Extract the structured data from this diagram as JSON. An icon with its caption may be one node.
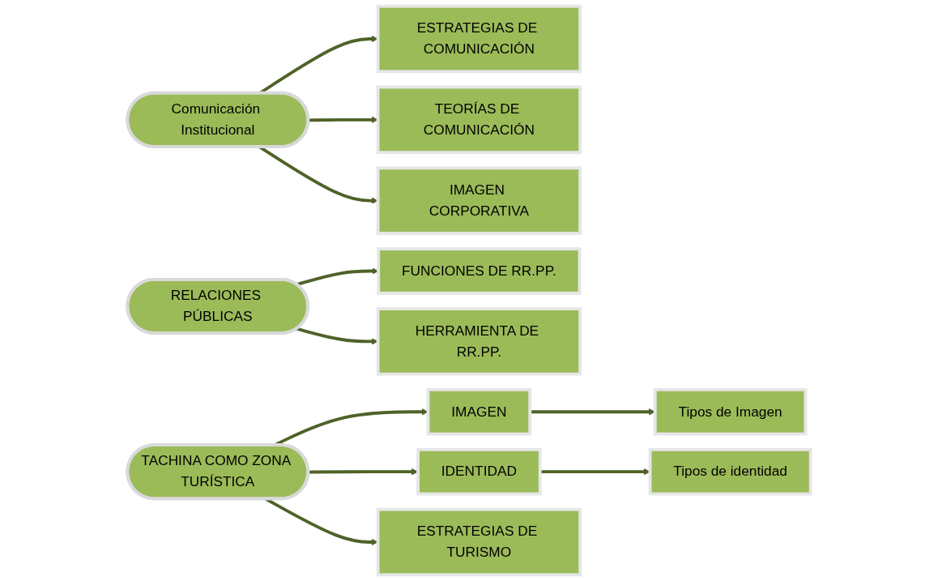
{
  "diagram": {
    "nodes": [
      {
        "text": [
          "Comunicación Institucional"
        ]
      },
      {
        "text": [
          "ESTRATEGIAS DE COMUNICACIÓN"
        ]
      },
      {
        "text": [
          "TEORÍAS DE COMUNICACIÓN"
        ]
      },
      {
        "text": [
          "IMAGEN CORPORATIVA"
        ]
      },
      {
        "text": [
          "RELACIONES PÚBLICAS"
        ]
      },
      {
        "text": [
          "FUNCIONES DE RR.PP."
        ]
      },
      {
        "text": [
          "HERRAMIENTA DE RR.PP."
        ]
      },
      {
        "text": [
          "TACHINA COMO ZONA TURÍSTICA"
        ]
      },
      {
        "text": [
          "IMAGEN"
        ]
      },
      {
        "text": [
          "Tipos de Imagen"
        ]
      },
      {
        "text": [
          "IDENTIDAD"
        ]
      },
      {
        "text": [
          "Tipos de identidad"
        ]
      },
      {
        "text": [
          "ESTRATEGIAS DE TURISMO"
        ]
      }
    ],
    "edges": [
      {
        "from": 0,
        "to": 1,
        "arrow": "to"
      },
      {
        "from": 0,
        "to": 2,
        "arrow": "to"
      },
      {
        "from": 0,
        "to": 3,
        "arrow": "to"
      },
      {
        "from": 4,
        "to": 5,
        "arrow": "to"
      },
      {
        "from": 4,
        "to": 6,
        "arrow": "to"
      },
      {
        "from": 7,
        "to": 8,
        "arrow": "to"
      },
      {
        "from": 8,
        "to": 9,
        "arrow": "to"
      },
      {
        "from": 7,
        "to": 10,
        "arrow": "to"
      },
      {
        "from": 10,
        "to": 11,
        "arrow": "to"
      },
      {
        "from": 7,
        "to": 12,
        "arrow": "to"
      }
    ]
  }
}
